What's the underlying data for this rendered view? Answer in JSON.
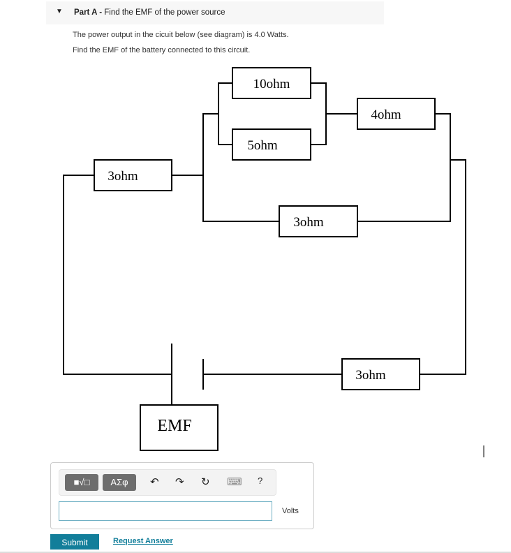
{
  "part": {
    "label": "Part A -",
    "title": "Find the EMF of the power source"
  },
  "question": {
    "line1": "The power output in the cicuit below (see diagram) is 4.0 Watts.",
    "line2": "Find the EMF of the battery connected to this circuit."
  },
  "diagram": {
    "r_top": "10ohm",
    "r_mid": "5ohm",
    "r_right": "4ohm",
    "r_left": "3ohm",
    "r_center": "3ohm",
    "r_bottom": "3ohm",
    "source": "EMF"
  },
  "toolbar": {
    "templates": "■√□",
    "symbols": "ΑΣφ",
    "undo": "↶",
    "redo": "↷",
    "reset": "↻",
    "keyboard": "⌨",
    "help": "?"
  },
  "answer": {
    "value": "",
    "unit": "Volts"
  },
  "actions": {
    "submit": "Submit",
    "request": "Request Answer"
  }
}
